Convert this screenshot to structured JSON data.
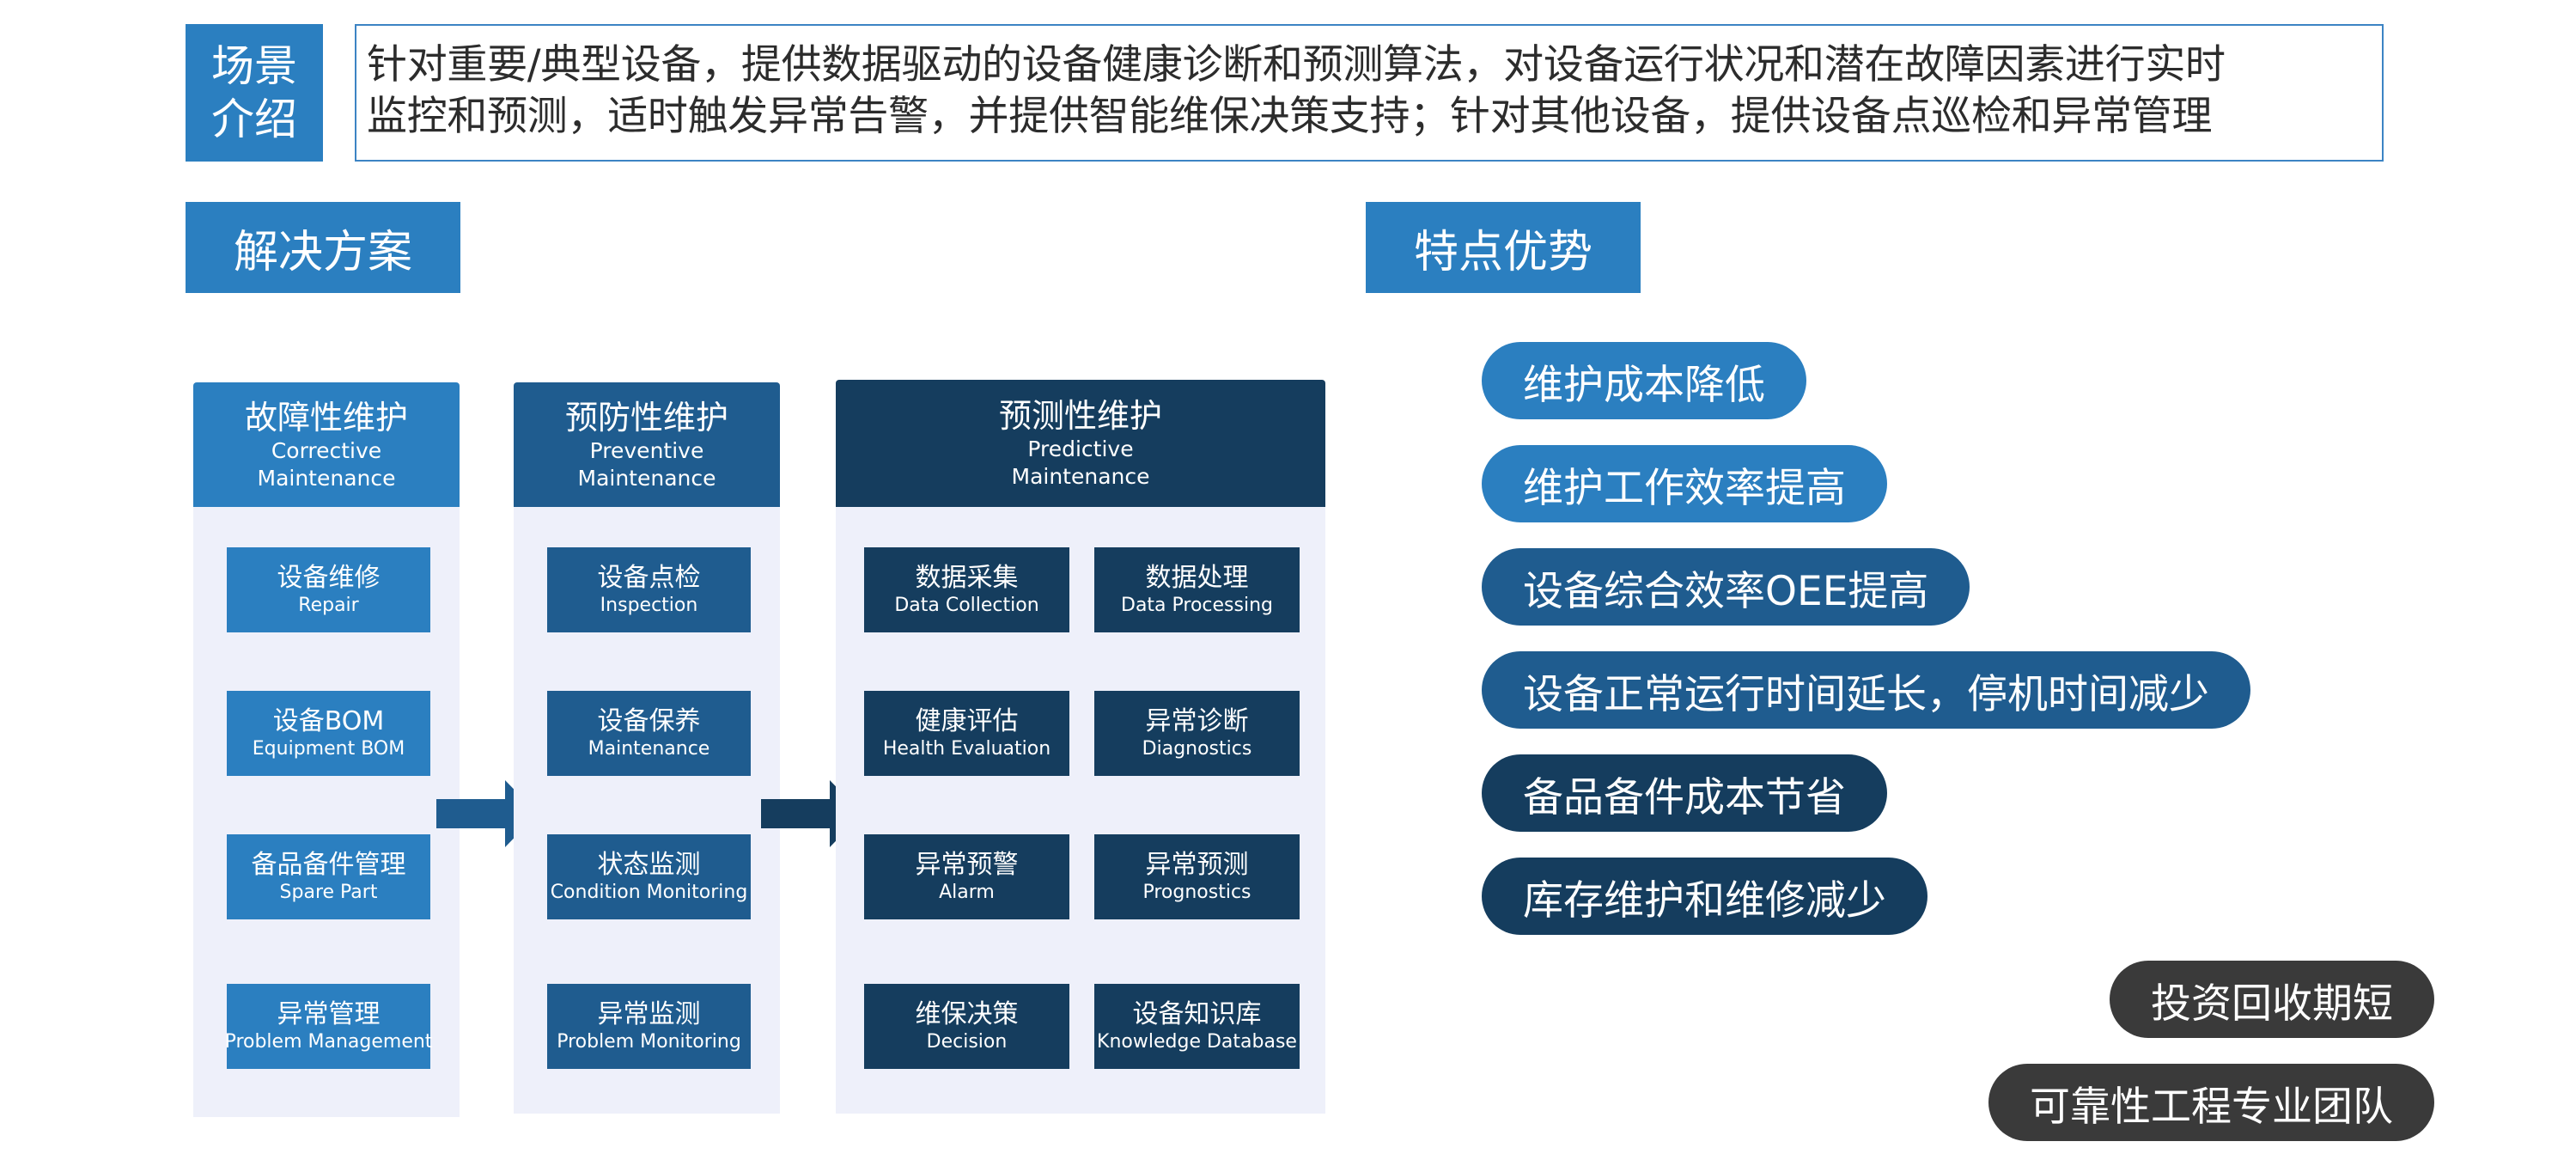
{
  "scene": {
    "label": "场景介绍",
    "text": "针对重要/典型设备，提供数据驱动的设备健康诊断和预测算法，对设备运行状况和潜在故障因素进行实时\n监控和预测，适时触发异常告警，并提供智能维保决策支持；针对其他设备，提供设备点巡检和异常管理"
  },
  "solution": {
    "header": "解决方案"
  },
  "features": {
    "header": "特点优势"
  },
  "columns": [
    {
      "title_cn": "故障性维护",
      "title_en": "Corrective\nMaintenance",
      "items": [
        {
          "cn": "设备维修",
          "en": "Repair"
        },
        {
          "cn": "设备BOM",
          "en": "Equipment BOM"
        },
        {
          "cn": "备品备件管理",
          "en": "Spare Part"
        },
        {
          "cn": "异常管理",
          "en": "Problem Management"
        }
      ]
    },
    {
      "title_cn": "预防性维护",
      "title_en": "Preventive\nMaintenance",
      "items": [
        {
          "cn": "设备点检",
          "en": "Inspection"
        },
        {
          "cn": "设备保养",
          "en": "Maintenance"
        },
        {
          "cn": "状态监测",
          "en": "Condition Monitoring"
        },
        {
          "cn": "异常监测",
          "en": "Problem Monitoring"
        }
      ]
    },
    {
      "title_cn": "预测性维护",
      "title_en": "Predictive\nMaintenance",
      "items": [
        {
          "cn": "数据采集",
          "en": "Data Collection"
        },
        {
          "cn": "数据处理",
          "en": "Data Processing"
        },
        {
          "cn": "健康评估",
          "en": "Health Evaluation"
        },
        {
          "cn": "异常诊断",
          "en": "Diagnostics"
        },
        {
          "cn": "异常预警",
          "en": "Alarm"
        },
        {
          "cn": "异常预测",
          "en": "Prognostics"
        },
        {
          "cn": "维保决策",
          "en": "Decision"
        },
        {
          "cn": "设备知识库",
          "en": "Knowledge Database"
        }
      ]
    }
  ],
  "advantages": [
    "维护成本降低",
    "维护工作效率提高",
    "设备综合效率OEE提高",
    "设备正常运行时间延长，停机时间减少",
    "备品备件成本节省",
    "库存维护和维修减少",
    "投资回收期短",
    "可靠性工程专业团队"
  ],
  "colors": {
    "light_blue": "#2b7fc0",
    "mid_blue": "#1f5c8f",
    "dark_blue": "#153d5e",
    "gray": "#3a3a3a",
    "column_bg": "#eef0fa"
  }
}
